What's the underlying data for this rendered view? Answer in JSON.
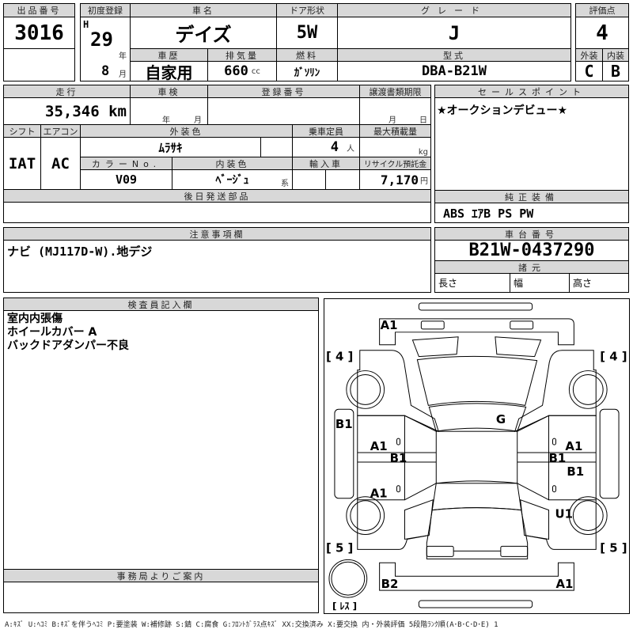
{
  "header": {
    "lot_no_label": "出品番号",
    "lot_no": "3016",
    "first_reg_label": "初度登録",
    "era": "H",
    "year": "29",
    "year_unit": "年",
    "month": "8",
    "month_unit": "月",
    "car_name_label": "車名",
    "car_name": "デイズ",
    "door_label": "ドア形状",
    "door": "5W",
    "grade_label": "グレード",
    "grade": "J",
    "history_label": "車歴",
    "history": "自家用",
    "displacement_label": "排気量",
    "displacement": "660",
    "displacement_unit": "cc",
    "fuel_label": "燃料",
    "fuel": "ｶﾞｿﾘﾝ",
    "model_label": "型式",
    "model": "DBA-B21W",
    "score_label": "評価点",
    "score": "4",
    "exterior_label": "外装",
    "exterior": "C",
    "interior_label": "内装",
    "interior": "B"
  },
  "details": {
    "mileage_label": "走行",
    "mileage": "35,346 km",
    "inspection_label": "車検",
    "inspection_year": "年",
    "inspection_month": "月",
    "reg_no_label": "登録番号",
    "transfer_label": "譲渡書類期限",
    "transfer_month": "月",
    "transfer_day": "日",
    "shift_label": "シフト",
    "shift": "IAT",
    "ac_label": "エアコン",
    "ac": "AC",
    "ext_color_label": "外装色",
    "ext_color": "ﾑﾗｻｷ",
    "capacity_label": "乗車定員",
    "capacity": "4",
    "capacity_unit": "人",
    "load_label": "最大積載量",
    "load_unit": "kg",
    "color_no_label": "カラーNo.",
    "color_no": "V09",
    "int_color_label": "内装色",
    "int_color": "ﾍﾞｰｼﾞｭ",
    "int_color_suffix": "系",
    "import_label": "輸入車",
    "recycle_label": "リサイクル預託金",
    "recycle": "7,170",
    "recycle_unit": "円",
    "later_parts_label": "後日発送部品"
  },
  "sales": {
    "label": "セールスポイント",
    "text": "★オークションデビュー★",
    "equipment_label": "純正装備",
    "equipment": "ABS ｴｱB PS PW"
  },
  "notes": {
    "label": "注意事項欄",
    "text": "ナビ (MJ117D-W).地デジ"
  },
  "chassis": {
    "label": "車台番号",
    "value": "B21W-0437290",
    "spec_label": "諸元",
    "length": "長さ",
    "width": "幅",
    "height": "高さ"
  },
  "inspector": {
    "label": "検査員記入欄",
    "lines": [
      "室内内張傷",
      "ホイールカバー A",
      "バックドアダンパー不良"
    ]
  },
  "office": {
    "label": "事務局よりご案内"
  },
  "diagram": {
    "marks": {
      "front_bumper": "A1",
      "tire_fl": "[ 4 ]",
      "tire_fr": "[ 4 ]",
      "left_sill": "B1",
      "windshield": "G",
      "left_front_door": "A1",
      "left_pillar": "B1",
      "left_rear_door": "A1",
      "right_front_door": "A1",
      "right_pillar": "B1",
      "right_rear_door": "B1",
      "right_rear_fender": "U1",
      "tire_rl": "[ 5 ]",
      "tire_rr": "[ 5 ]",
      "rear_bumper_left": "B2",
      "rear_bumper_right": "A1",
      "spare": "[ ﾚｽ ]"
    }
  },
  "legend": "A:ｷｽﾞ U:ﾍｺﾐ B:ｷｽﾞを伴うﾍｺﾐ P:要塗装 W:補修跡 S:錆 C:腐食 G:ﾌﾛﾝﾄｶﾞﾗｽ点ｷｽﾞ XX:交換済み X:要交換 内・外装評価 5段階ﾗﾝｸ順(A･B･C･D･E) 1"
}
